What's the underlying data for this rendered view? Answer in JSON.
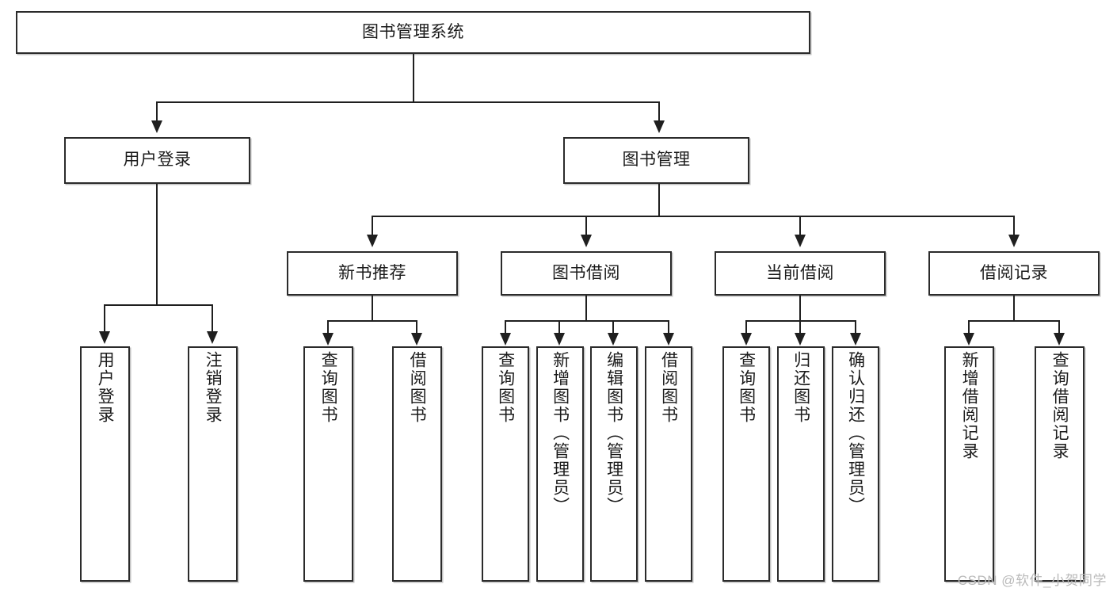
{
  "diagram": {
    "type": "tree",
    "title": "图书管理系统",
    "watermark": "CSDN @软件_小贺同学",
    "colors": {
      "box_border": "#2b2b2b",
      "connector": "#1f1f1f",
      "background": "#ffffff",
      "text": "#1b1b1b",
      "watermark": "#b9b9b9"
    },
    "levels": {
      "root": "图书管理系统",
      "level2": [
        "用户登录",
        "图书管理"
      ],
      "level3": [
        "新书推荐",
        "图书借阅",
        "当前借阅",
        "借阅记录"
      ]
    },
    "nodes": {
      "root": {
        "label": "图书管理系统"
      },
      "user_login": {
        "label": "用户登录"
      },
      "book_manage": {
        "label": "图书管理"
      },
      "new_book_rec": {
        "label": "新书推荐"
      },
      "book_borrow": {
        "label": "图书借阅"
      },
      "current_borrow": {
        "label": "当前借阅"
      },
      "borrow_record": {
        "label": "借阅记录"
      }
    },
    "leaves": {
      "user_login": [
        {
          "label": "用户登录"
        },
        {
          "label": "注销登录"
        }
      ],
      "new_book_rec": [
        {
          "label": "查询图书"
        },
        {
          "label": "借阅图书"
        }
      ],
      "book_borrow": [
        {
          "label": "查询图书"
        },
        {
          "label": "新增图书（管理员）"
        },
        {
          "label": "编辑图书（管理员）"
        },
        {
          "label": "借阅图书"
        }
      ],
      "current_borrow": [
        {
          "label": "查询图书"
        },
        {
          "label": "归还图书"
        },
        {
          "label": "确认归还（管理员）"
        }
      ],
      "borrow_record": [
        {
          "label": "新增借阅记录"
        },
        {
          "label": "查询借阅记录"
        }
      ]
    }
  }
}
